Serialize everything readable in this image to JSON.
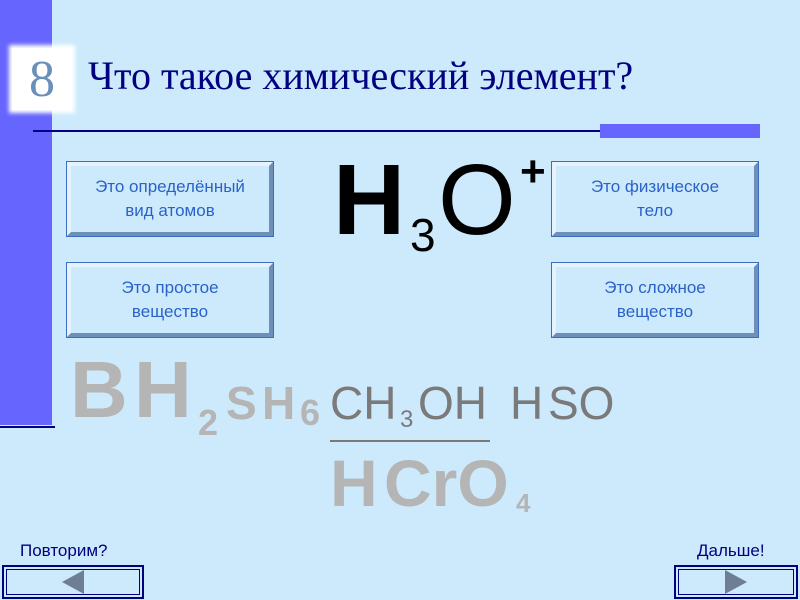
{
  "slide": {
    "number": "8",
    "title": "Что такое химический элемент?"
  },
  "options": [
    {
      "line1": "Это определённый",
      "line2": "вид атомов"
    },
    {
      "line1": "Это физическое",
      "line2": "тело"
    },
    {
      "line1": "Это простое",
      "line2": "вещество"
    },
    {
      "line1": "Это сложное",
      "line2": "вещество"
    }
  ],
  "formulas": {
    "b": "B",
    "h": "H",
    "two": "2",
    "ch": "CH",
    "three": "3",
    "oh": "OH",
    "s": "S",
    "h2": "H",
    "six": "6",
    "h2cro": "H",
    "cro": "CrO",
    "four": "4",
    "h2so": "H",
    "so": "SO",
    "main_h": "H",
    "main_3": "3",
    "main_o": "O",
    "main_plus": "+"
  },
  "nav": {
    "back_label": "Повторим?",
    "next_label": "Дальше!",
    "back_icon": "triangle-left-icon",
    "next_icon": "triangle-right-icon"
  },
  "colors": {
    "background": "#cdeafc",
    "accent": "#6666ff",
    "title": "#000080",
    "option_text": "#2a62c8"
  }
}
